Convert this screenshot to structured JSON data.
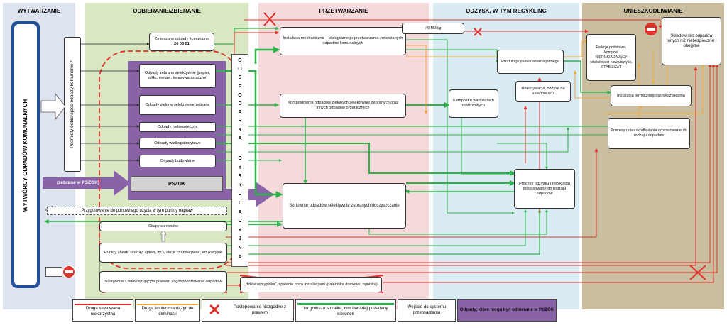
{
  "columns": {
    "wytwarzanie": "WYTWARZANIE",
    "odbieranie": "ODBIERANIE/ZBIERANIE",
    "przetwarzanie": "PRZETWARZANIE",
    "odzysk": "ODZYSK, W TYM RECYKLING",
    "unieszkodliwianie": "UNIESZKODLIWIANIE"
  },
  "colors": {
    "wytwarzanie_bg": "#dde3ef",
    "wytwarzanie_box": "#1f4e9a",
    "odbieranie_bg": "#d9e8c2",
    "przetwarzanie_bg": "#f6dadb",
    "odzysk_bg": "#daecf3",
    "unieszkodliwianie_bg": "#c9bea0",
    "pszok_purple": "#8a62a8",
    "green_arrow": "#2fb24a",
    "red_line": "#e0312b",
    "orange_line": "#f2a93b"
  },
  "producers_label": "WYTWÓRCY ODPADÓW KOMUNALNYCH",
  "collectors_label": "Podmioty odbierające odpady komunalne *",
  "gospodarka": [
    "G",
    "O",
    "S",
    "P",
    "O",
    "D",
    "A",
    "R",
    "K",
    "A"
  ],
  "cyrkulacyjna": [
    "C",
    "Y",
    "R",
    "K",
    "U",
    "L",
    "A",
    "C",
    "Y",
    "J",
    "N",
    "A"
  ],
  "boxes": {
    "mixed": "Zmieszane odpady komunalne",
    "mixed_code": "20 03 01",
    "selective": "Odpady zebrane selektywnie (papier, szkło, metale, tworzywa sztuczne)",
    "green": "Odpady zielone selektywnie zebrane",
    "hazardous": "Odpady niebezpieczne",
    "bulky": "Odpady wielkogabarytowe",
    "construction": "Odpady budowlane",
    "pszok": "PSZOK",
    "zebrane_pszok": "(zebrane w PSZOK)",
    "reuse": "Przygotowanie do ponownego użycia w tym punkty napraw",
    "skupy": "Skupy surowców",
    "punkty": "Punkty zbiórki (szkoły, apteki, itp.), akcje charytatywne, edukacyjne",
    "niezgodne": "Niezgodne z obowiązującym prawem zagospodarowanie odpadów",
    "mbp": "Instalacja mechaniczno – biologicznego przetwarzania zmieszanych odpadów komunalnych",
    "mjkg": ">6 MJ/kg",
    "kompostownia": "Kompostownia odpadów zielonych selektywnie zebranych oraz innych odpadów organicznych",
    "sortownia": "Sortownie odpadów selektywnie zebranych/doczyszczanie",
    "dzikie": "„dzikie wysypiska”, spalanie poza instalacjami (paleniska domowe, ogniska)",
    "paliwo": "Produkcja paliwa alternatywnego",
    "kompost": "Kompost o wartościach nawozowych",
    "rekultywacja": "Rekultywacja, odzysk na składowisku",
    "procesy_odzysku": "Procesy odzysku i recyklingu dostosowane do rodzaju odpadów",
    "frakcja": "Frakcja podsitowa, kompost NIEPOSIADAJĄCY właściwości nawozowych, STABILIZAT",
    "skladowisko": "Składowisko odpadów innych niż niebezpieczne i obojętne",
    "termiczne": "Instalacja termicznego przekształcania",
    "procesy_unieszk": "Procesy unieszkodliwiania dostosowane do rodzaju odpadów"
  },
  "legend": {
    "red": "Droga stosowana niekorzystna",
    "orange": "Droga konieczna dążyć do eliminacji",
    "cross": "Postępowanie niezgodne z prawem",
    "green": "Im grubsza strzałka, tym bardziej pożądany kierunek",
    "entry": "Wejście do systemu przetwarzania",
    "pszok": "Odpady, które mogą być odbierane w PSZOK"
  }
}
